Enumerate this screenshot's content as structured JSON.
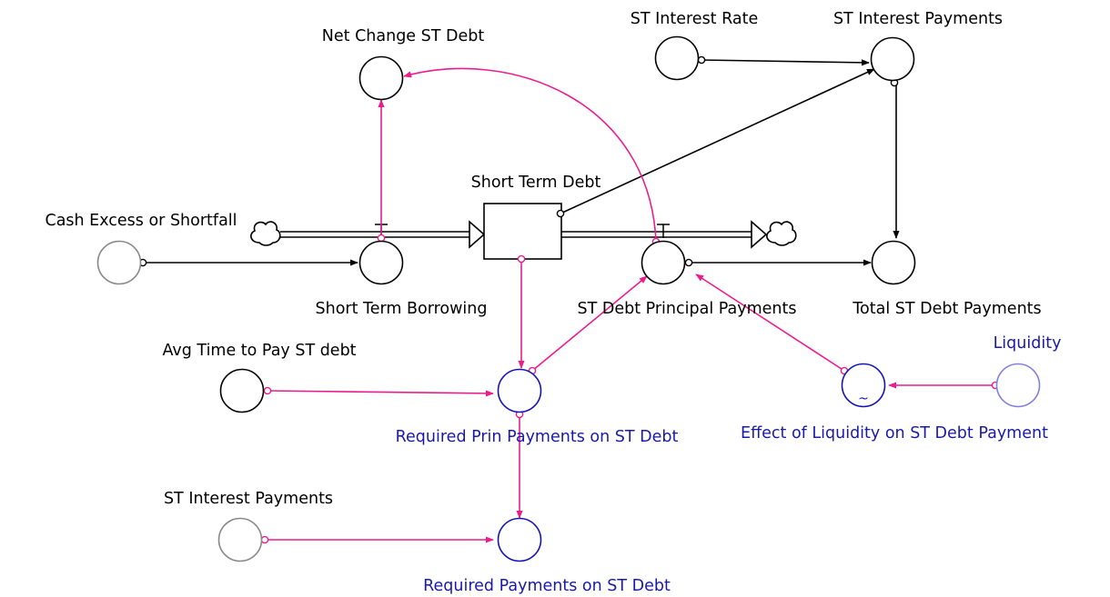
{
  "colors": {
    "black": "#000000",
    "gray": "#888888",
    "blue": "#1414b4",
    "lightblue": "#8080e0",
    "pink": "#ec1c8c",
    "label_blue": "#1a1aaa"
  },
  "stock": {
    "label": "Short Term Debt"
  },
  "flows": {
    "inflow_label": "Short Term Borrowing",
    "outflow_label": "ST Debt Principal Payments"
  },
  "variables": {
    "net_change": "Net Change ST Debt",
    "st_interest_rate": "ST Interest Rate",
    "st_interest_payments_top": "ST Interest Payments",
    "cash_excess": "Cash Excess or Shortfall",
    "total_payments": "Total ST Debt Payments",
    "avg_time": "Avg Time to Pay ST debt",
    "liquidity": "Liquidity",
    "required_prin": "Required Prin Payments on ST Debt",
    "effect_liquidity": "Effect of Liquidity on ST Debt Payment",
    "st_interest_payments_shadow": "ST Interest Payments",
    "required_payments": "Required Payments on ST Debt"
  },
  "icons": {
    "cloud": "cloud-icon",
    "valve": "flow-valve-icon",
    "lookup": "tilde-glyph"
  },
  "lookup_glyph": "~"
}
